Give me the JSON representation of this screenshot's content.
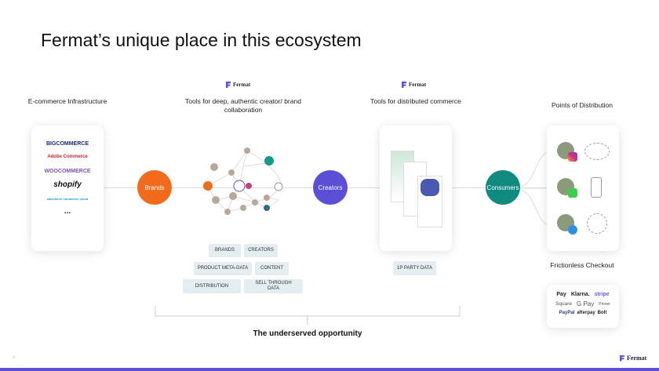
{
  "title": "Fermat’s unique place in this ecosystem",
  "logo_text": "Fermat",
  "columns": {
    "ecommerce": {
      "heading": "E-commerce Infrastructure",
      "brands": [
        "BIGCOMMERCE",
        "Adobe Commerce",
        "WOOCOMMERCE",
        "shopify",
        "salesforce commerce cloud"
      ],
      "more": "..."
    },
    "collab": {
      "heading": "Tools for deep, authentic creator/ brand collaboration",
      "tags": [
        "BRANDS",
        "CREATORS",
        "PRODUCT META-DATA",
        "CONTENT",
        "DISTRIBUTION",
        "SELL THROUGH DATA"
      ]
    },
    "distributed": {
      "heading": "Tools for distributed commerce",
      "tags": [
        "1P PARTY DATA"
      ]
    },
    "distribution": {
      "heading": "Points of Distribution"
    },
    "checkout": {
      "heading": "Frictionless Checkout",
      "providers": [
        "Pay",
        "Klarna.",
        "stripe",
        "Square",
        "G Pay",
        "Primer",
        "PayPal",
        "afterpay",
        "Bolt"
      ]
    }
  },
  "nodes": {
    "brands": "Brands",
    "creators": "Creators",
    "consumers": "Consumers"
  },
  "opportunity": "The underserved opportunity",
  "page_number": "9",
  "colors": {
    "brands": "#f26b1d",
    "creators": "#5b4fd6",
    "consumers": "#0f8a7e",
    "accent": "#5b4fd6"
  }
}
